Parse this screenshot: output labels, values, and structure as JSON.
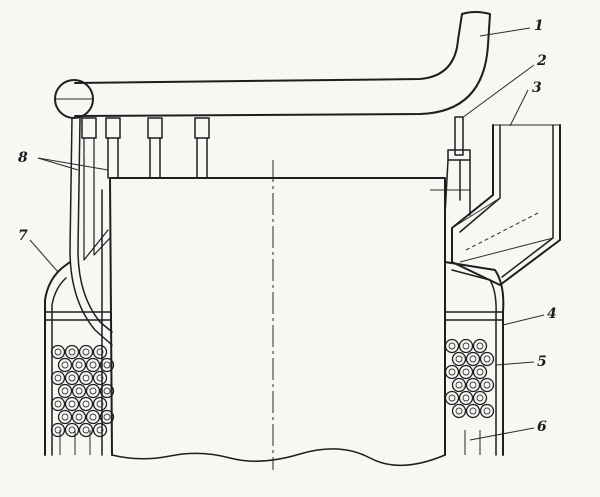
{
  "diagram": {
    "labels": [
      {
        "id": "label-1",
        "text": "1"
      },
      {
        "id": "label-2",
        "text": "2"
      },
      {
        "id": "label-3",
        "text": "3"
      },
      {
        "id": "label-4",
        "text": "4"
      },
      {
        "id": "label-5",
        "text": "5"
      },
      {
        "id": "label-6",
        "text": "6"
      },
      {
        "id": "label-7",
        "text": "7"
      },
      {
        "id": "label-8",
        "text": "8"
      }
    ],
    "colors": {
      "ink": "#1e1e1e",
      "paper": "#f7f7f4"
    }
  }
}
